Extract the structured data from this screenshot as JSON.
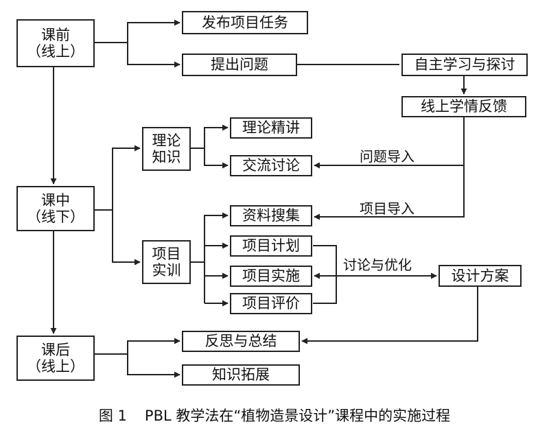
{
  "stages": {
    "pre": {
      "line1": "课前",
      "line2": "（线上）"
    },
    "mid": {
      "line1": "课中",
      "line2": "（线下）"
    },
    "post": {
      "line1": "课后",
      "line2": "（线上）"
    }
  },
  "nodes": {
    "publish_task": "发布项目任务",
    "raise_question": "提出问题",
    "self_study": "自主学习与探讨",
    "online_feedback": "线上学情反馈",
    "theory_knowledge": {
      "line1": "理论",
      "line2": "知识"
    },
    "theory_lecture": "理论精讲",
    "discussion": "交流讨论",
    "project_training": {
      "line1": "项目",
      "line2": "实训"
    },
    "data_collection": "资料搜集",
    "project_plan": "项目计划",
    "project_implementation": "项目实施",
    "project_evaluation": "项目评价",
    "design_scheme": "设计方案",
    "reflection": "反思与总结",
    "knowledge_extension": "知识拓展"
  },
  "edge_labels": {
    "question_import": "问题导入",
    "project_import": "项目导入",
    "discuss_optimize": "讨论与优化"
  },
  "caption": {
    "figure_number": "图 1",
    "text": "PBL 教学法在“植物造景设计”课程中的实施过程"
  }
}
